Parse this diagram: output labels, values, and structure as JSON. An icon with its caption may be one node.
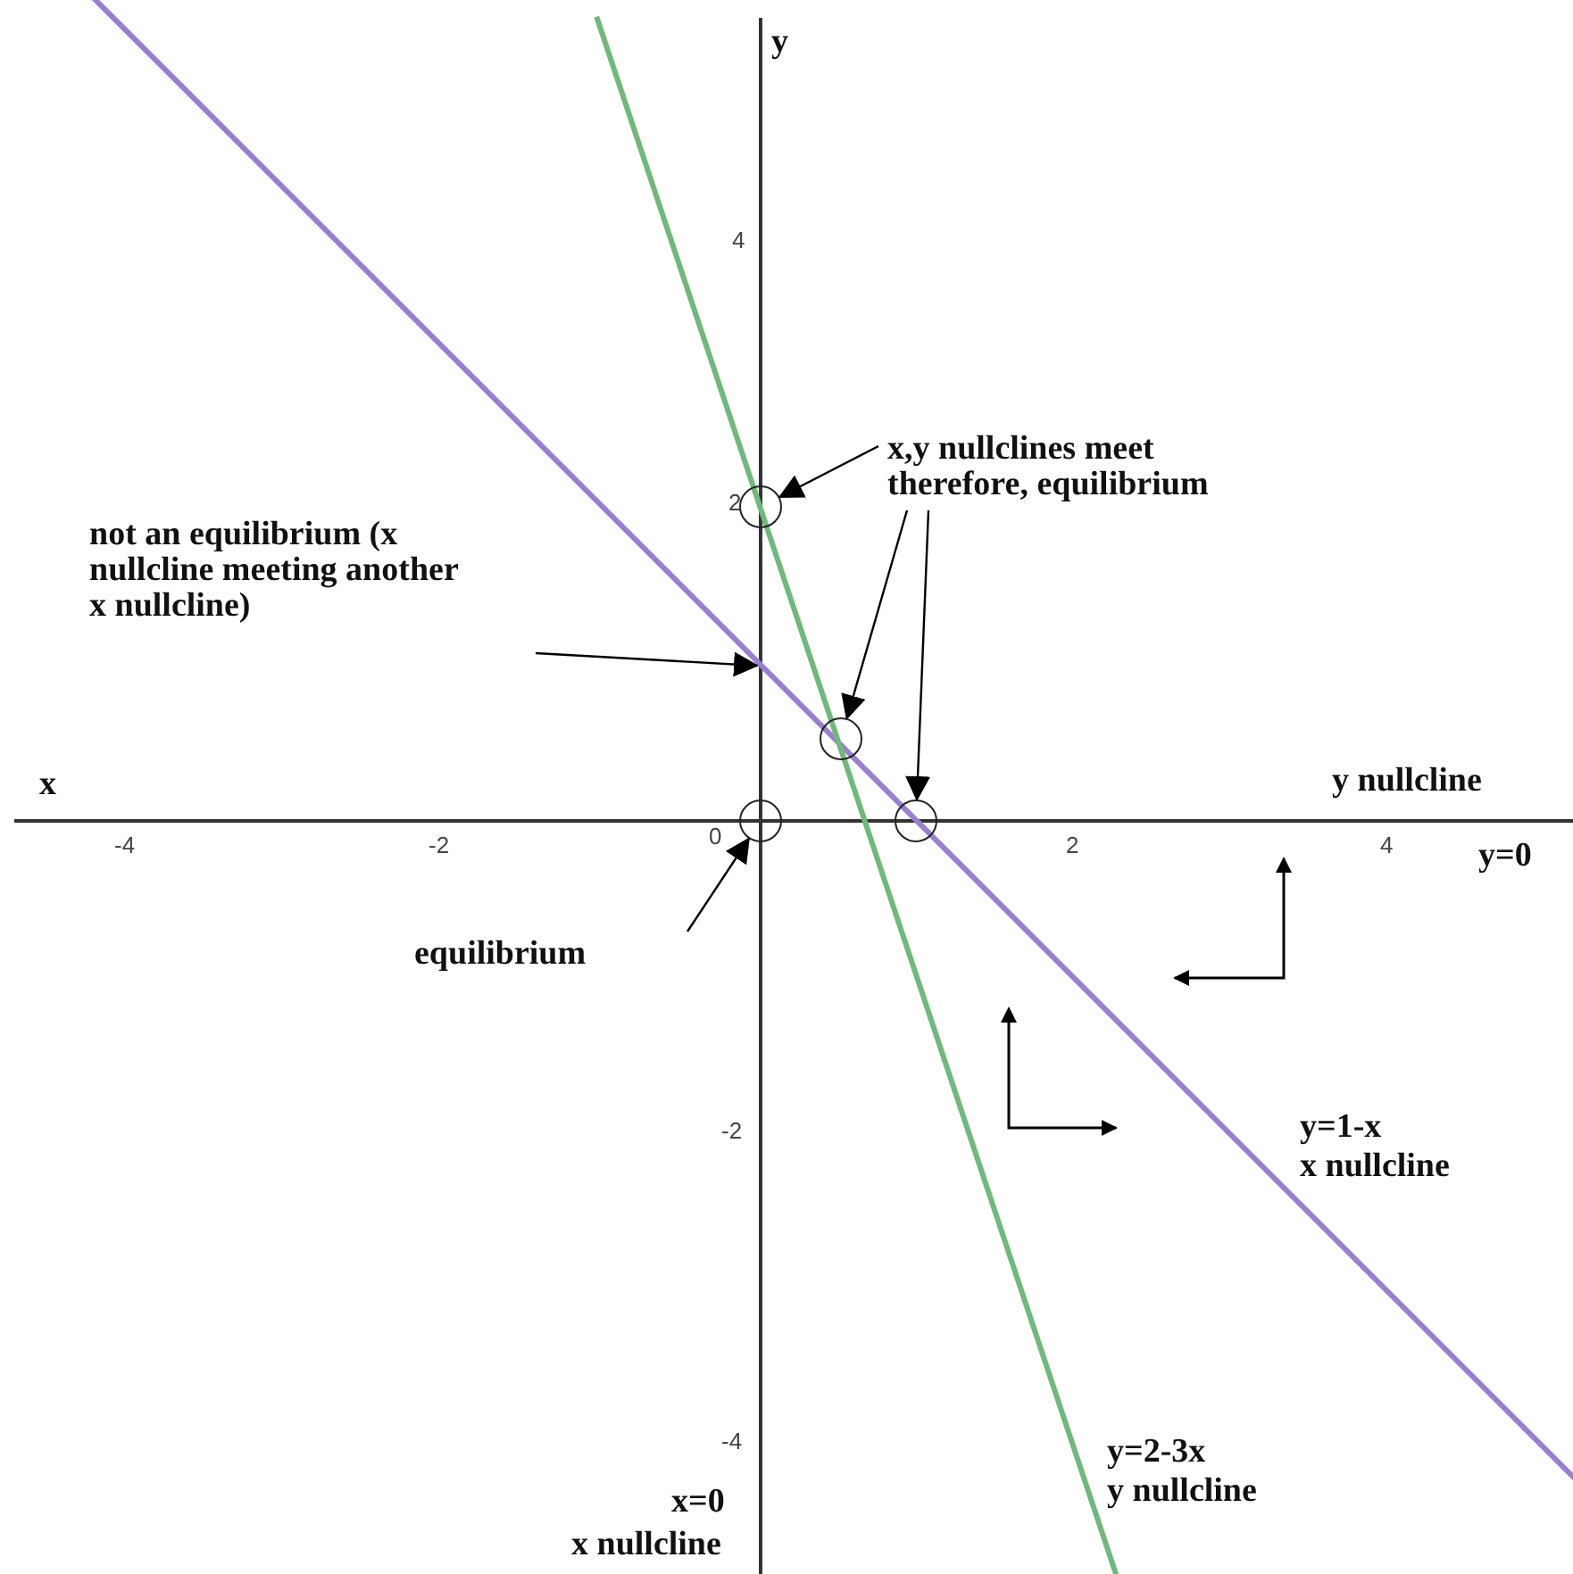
{
  "diagram": {
    "nodes": [
      {
        "text": [
          "x,y nullclines meet therefore, equilibrium"
        ]
      },
      {
        "text": [],
        "shape": "circle"
      },
      {
        "text": [],
        "shape": "circle"
      },
      {
        "text": [],
        "shape": "circle"
      },
      {
        "text": [
          "not an equilibrium (x nullcline meeting another x nullcline)"
        ]
      },
      {
        "text": [
          "equilibrium"
        ]
      },
      {
        "text": [],
        "shape": "circle"
      }
    ],
    "edges": [
      {
        "from": 0,
        "to": 1,
        "arrow": "to"
      },
      {
        "from": 0,
        "to": 2,
        "arrow": "to"
      },
      {
        "from": 0,
        "to": 3,
        "arrow": "to"
      },
      {
        "from": 4,
        "to": null,
        "arrow": "to"
      },
      {
        "from": 5,
        "to": 6,
        "arrow": "to"
      }
    ],
    "labels": [
      "y",
      "4",
      "2",
      "x",
      "y nullcline",
      "-4",
      "-2",
      "0",
      "2",
      "4",
      "y=0",
      "-2",
      "y=1-x",
      "x nullcline",
      "-4",
      "y=2-3x",
      "x=0",
      "y nullcline",
      "x nullcline"
    ]
  }
}
